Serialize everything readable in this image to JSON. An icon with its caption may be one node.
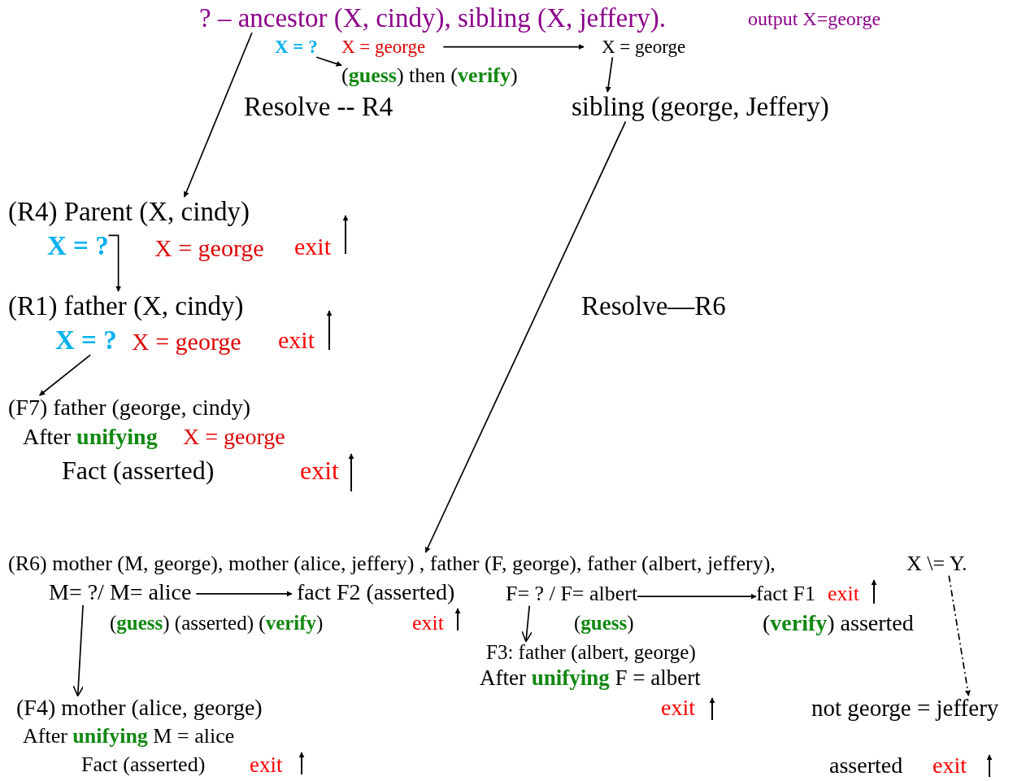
{
  "diagram": {
    "nodes": [
      {
        "text": [
          "? – ancestor (X, cindy), sibling (X, jeffery)."
        ]
      },
      {
        "text": [
          "X = ?"
        ]
      },
      {
        "text": [
          "X = george"
        ]
      },
      {
        "text": [
          "(**guess**) then (**verify**)"
        ]
      },
      {
        "text": [
          "X = george"
        ]
      },
      {
        "text": [
          "sibling (george, Jeffery)"
        ]
      },
      {
        "text": [
          "(R4) Parent (X, cindy)"
        ]
      },
      {
        "text": [
          "X = ?"
        ]
      },
      {
        "text": [
          "(R1) father (X, cindy)"
        ]
      },
      {
        "text": [
          "X = ?"
        ]
      },
      {
        "text": [
          "(F7) father (george, cindy)"
        ]
      },
      {
        "text": [
          "(R6) mother (M, george), mother (alice, jeffery) , father (F, george), father (albert, jeffery),"
        ]
      },
      {
        "text": [
          "X \\= Y."
        ]
      },
      {
        "text": [
          "M= ?/ M= alice"
        ]
      },
      {
        "text": [
          "fact F2 (asserted)"
        ]
      },
      {
        "text": [
          "F= ? / F= albert"
        ]
      },
      {
        "text": [
          "fact F1"
        ]
      },
      {
        "text": [
          "(F4) mother (alice, george)"
        ]
      },
      {
        "text": [
          "F3: father (albert, george)"
        ]
      },
      {
        "text": [
          "not george = jeffery"
        ]
      }
    ],
    "edges": [
      {
        "from": 0,
        "to": 6,
        "arrow": "to"
      },
      {
        "from": 2,
        "to": 4,
        "arrow": "to"
      },
      {
        "from": 4,
        "to": 5,
        "arrow": "to"
      },
      {
        "from": 5,
        "to": 11,
        "arrow": "to"
      },
      {
        "from": 1,
        "to": 3,
        "arrow": "to"
      },
      {
        "from": 7,
        "to": 8,
        "arrow": "to"
      },
      {
        "from": 9,
        "to": 10,
        "arrow": "to"
      },
      {
        "from": 13,
        "to": 14,
        "arrow": "to"
      },
      {
        "from": 13,
        "to": 17,
        "arrow": "to"
      },
      {
        "from": 15,
        "to": 16,
        "arrow": "to"
      },
      {
        "from": 15,
        "to": 18,
        "arrow": "to"
      },
      {
        "from": 12,
        "to": 19,
        "arrow": "to",
        "style": "dashed"
      }
    ],
    "labels": [
      "output X=george",
      "Resolve -- R4",
      "X = george",
      "exit",
      "X = george",
      "exit",
      "After **unifying**",
      "X = george",
      "Fact (asserted)",
      "exit",
      "Resolve—R6",
      "(**guess**) (asserted) (**verify**)",
      "exit",
      "exit",
      "(**guess**)",
      "(**verify**) asserted",
      "After **unifying** F = albert",
      "exit",
      "After **unifying** M = alice",
      "Fact (asserted)",
      "exit",
      "asserted",
      "exit"
    ]
  }
}
